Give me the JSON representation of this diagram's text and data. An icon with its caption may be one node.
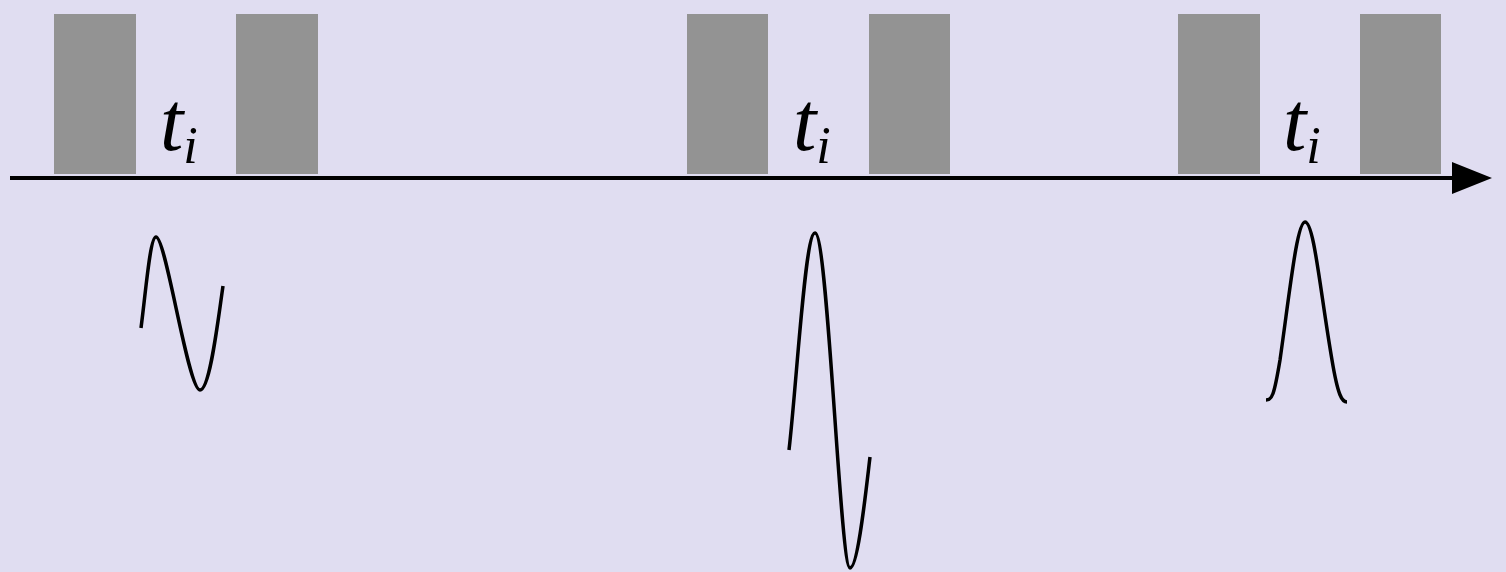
{
  "diagram": {
    "labels": [
      "t$_{i}$",
      "t$_{i}$",
      "t$_{i}$"
    ]
  }
}
